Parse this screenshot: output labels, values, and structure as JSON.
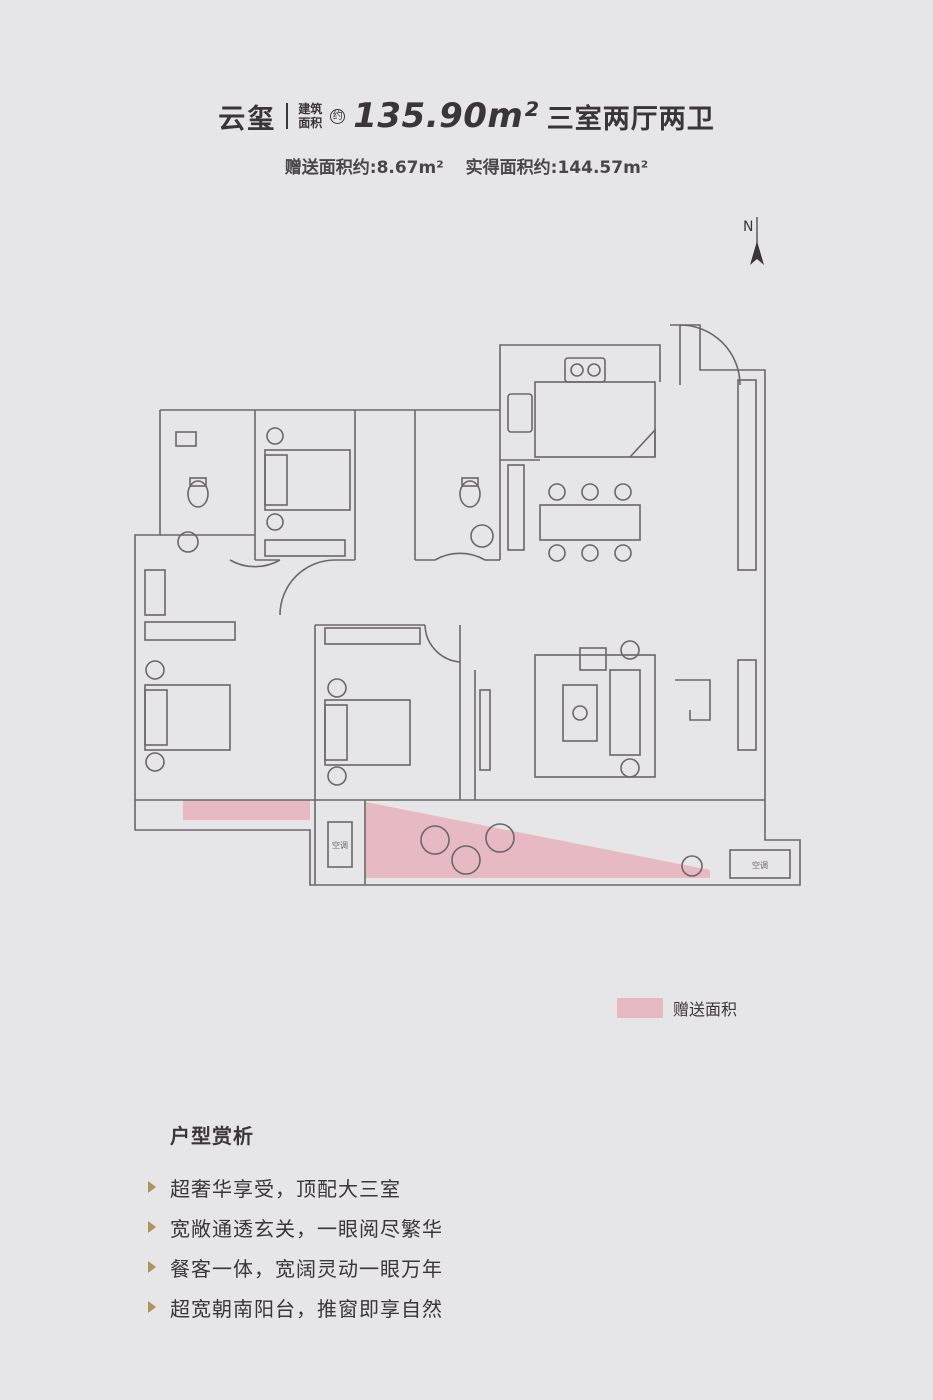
{
  "header": {
    "name": "云玺",
    "label_line1": "建筑",
    "label_line2": "面积",
    "approx": "约",
    "area": "135.90m²",
    "layout": "三室两厅两卫",
    "gift_area": "赠送面积约:8.67m²",
    "actual_area": "实得面积约:144.57m²"
  },
  "compass": {
    "label": "N"
  },
  "plan": {
    "ac_label_1": "空调",
    "ac_label_2": "空调"
  },
  "legend": {
    "label": "赠送面积",
    "color": "#e7b9c2"
  },
  "features": {
    "title": "户型赏析",
    "items": [
      "超奢华享受，顶配大三室",
      "宽敞通透玄关，一眼阅尽繁华",
      "餐客一体，宽阔灵动一眼万年",
      "超宽朝南阳台，推窗即享自然"
    ]
  },
  "colors": {
    "wall": "#6b666a",
    "pink": "#e7b9c2",
    "accent": "#b0935a",
    "background": "#e6e5e7"
  }
}
